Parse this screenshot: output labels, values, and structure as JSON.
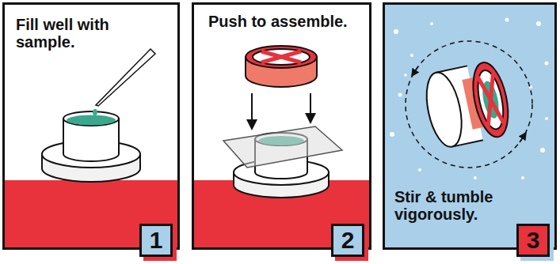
{
  "diagram": {
    "nodes": [
      {
        "text": [
          "Fill well with sample."
        ]
      },
      {
        "text": [
          "1"
        ],
        "in": 0
      },
      {
        "text": [
          "Push to assemble."
        ]
      },
      {
        "text": [
          "2"
        ],
        "in": 2
      },
      {
        "text": [
          "Stir & tumble vigorously."
        ]
      },
      {
        "text": [
          "3"
        ],
        "in": 4
      }
    ]
  }
}
